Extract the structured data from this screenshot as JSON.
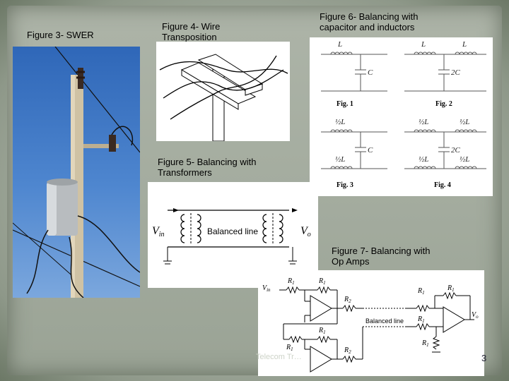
{
  "captions": {
    "fig3": "Figure 3- SWER",
    "fig4": "Figure 4- Wire\nTransposition",
    "fig5": "Figure 5- Balancing with\nTransformers",
    "fig6": "Figure 6- Balancing with\ncapacitor and inductors",
    "fig7": "Figure 7- Balancing with\nOp Amps"
  },
  "fig5": {
    "vin": "V",
    "vin_sub": "in",
    "vout": "V",
    "vout_sub": "o",
    "label": "Balanced line"
  },
  "fig6": {
    "fig1": "Fig. 1",
    "fig2": "Fig. 2",
    "fig3": "Fig. 3",
    "fig4": "Fig. 4",
    "L": "L",
    "C": "C",
    "twoC": "2C",
    "halfL": "½L"
  },
  "fig7": {
    "vin": "V",
    "vin_sub": "in",
    "vout": "V",
    "vout_sub": "o",
    "R1": "R",
    "R1_sub": "1",
    "R2": "R",
    "R2_sub": "2",
    "label": "Balanced line"
  },
  "footer": {
    "page": "3",
    "watermark": "Telecom Tr…"
  }
}
